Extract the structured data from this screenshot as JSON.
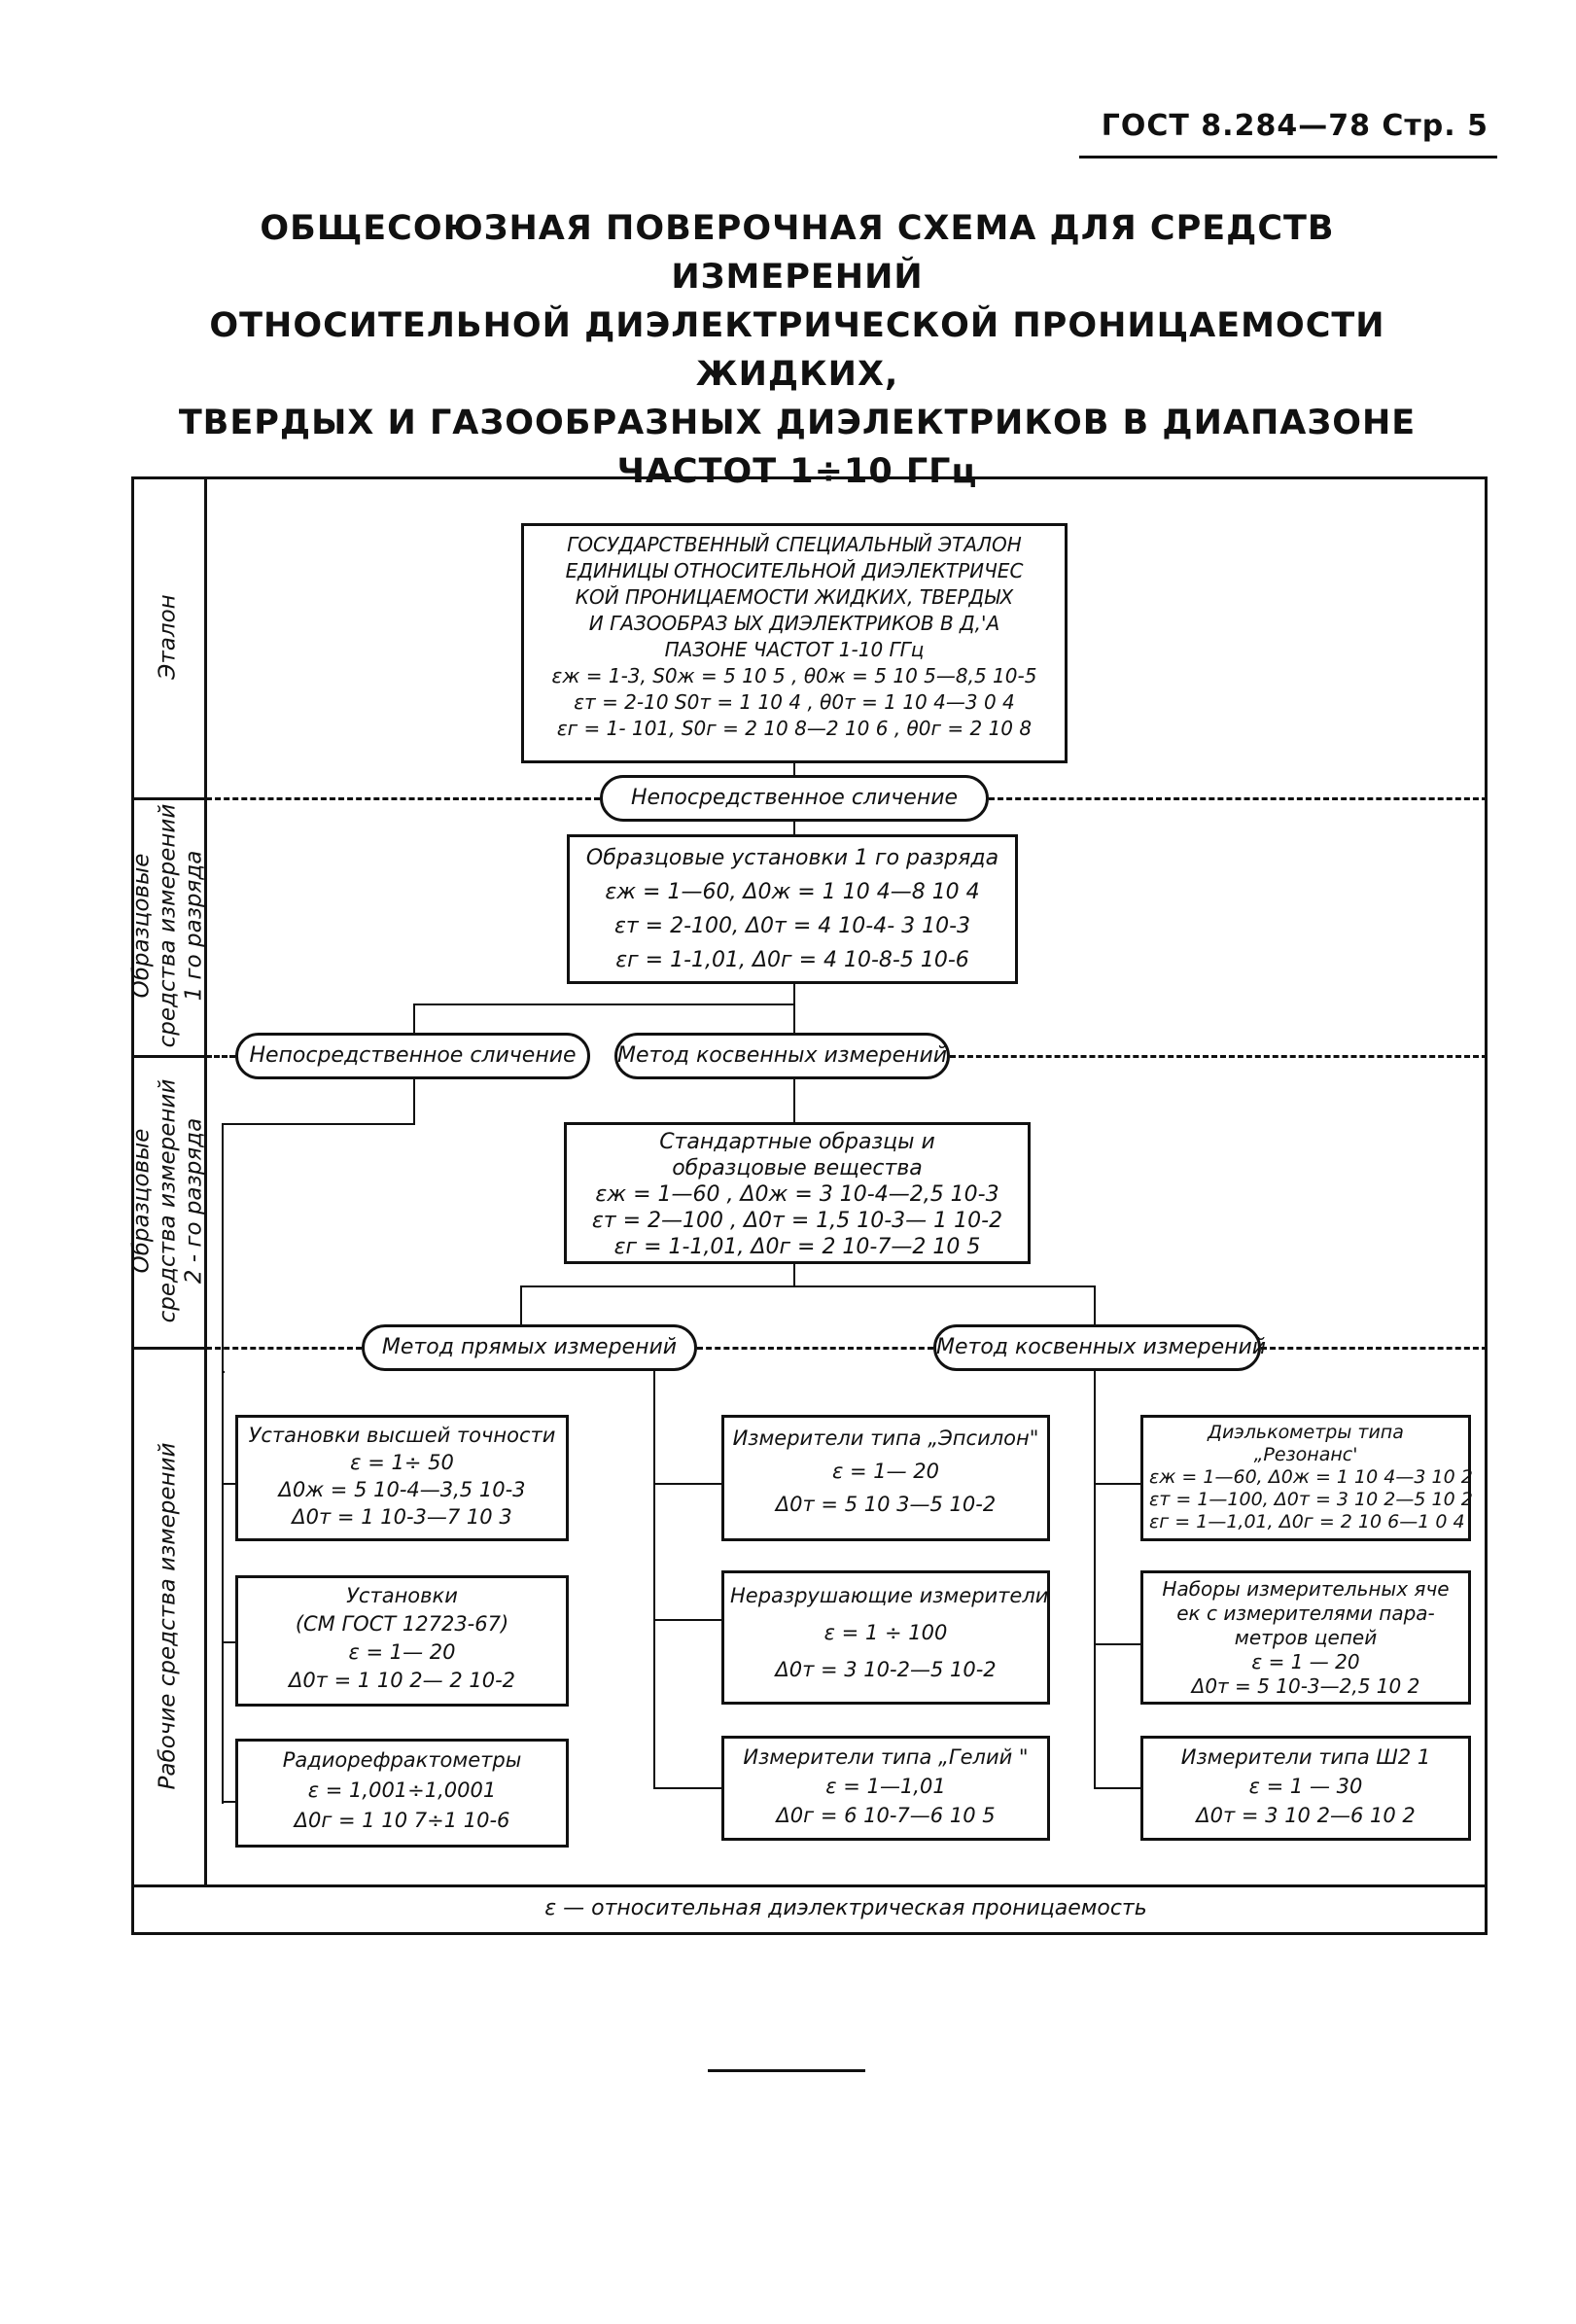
{
  "header": {
    "doc_ref": "ГОСТ 8.284—78 Стр. 5"
  },
  "title": {
    "lines": [
      "ОБЩЕСОЮЗНАЯ ПОВЕРОЧНАЯ СХЕМА ДЛЯ СРЕДСТВ ИЗМЕРЕНИЙ",
      "ОТНОСИТЕЛЬНОЙ ДИЭЛЕКТРИЧЕСКОЙ ПРОНИЦАЕМОСТИ ЖИДКИХ,",
      "ТВЕРДЫХ И ГАЗООБРАЗНЫХ ДИЭЛЕКТРИКОВ В ДИАПАЗОНЕ",
      "ЧАСТОТ 1÷10 ГГц"
    ]
  },
  "sections": {
    "etalon": [
      "Эталон"
    ],
    "obr1": [
      "Образцовые",
      "средства измерений",
      "1 го разряда"
    ],
    "obr2": [
      "Образцовые",
      "средства измерений",
      "2 - го разряда"
    ],
    "working": [
      "Рабочие средства измерений"
    ]
  },
  "etalon_box": {
    "lines": [
      "ГОСУДАРСТВЕННЫЙ СПЕЦИАЛЬНЫЙ ЭТАЛОН",
      "ЕДИНИЦЫ ОТНОСИТЕЛЬНОЙ ДИЭЛЕКТРИЧЕС",
      "КОЙ ПРОНИЦАЕМОСТИ ЖИДКИХ, ТВЕРДЫХ",
      "И ГАЗООБРАЗ ЫХ ДИЭЛЕКТРИКОВ В Д,'А",
      "ПАЗОНЕ ЧАСТОТ 1-10 ГГц",
      "εж = 1-3, S0ж = 5 10 5 , θ0ж = 5 10 5—8,5 10-5",
      "εт = 2-10 S0т = 1 10 4 , θ0т = 1 10 4—3 0 4",
      "εг = 1- 101, S0г = 2 10 8—2 10 6 , θ0г = 2 10 8"
    ]
  },
  "links": {
    "direct_1": "Непосредственное сличение",
    "direct_2": "Непосредственное сличение",
    "indirect_1": "Метод косвенных измерений",
    "direct_measure": "Метод прямых измерений",
    "indirect_2": "Метод косвенных измерений"
  },
  "obr1_box": {
    "lines": [
      "Образцовые установки 1 го разряда",
      "εж = 1—60, Δ0ж = 1 10 4—8 10 4",
      "εт = 2-100, Δ0т = 4 10-4- 3 10-3",
      "εг = 1-1,01, Δ0г = 4 10-8-5 10-6"
    ]
  },
  "obr2_box": {
    "lines": [
      "Стандартные образцы и",
      "образцовые вещества",
      "εж = 1—60 , Δ0ж = 3 10-4—2,5 10-3",
      "εт = 2—100 , Δ0т = 1,5 10-3— 1 10-2",
      "εг = 1-1,01, Δ0г = 2 10-7—2 10 5"
    ]
  },
  "working": {
    "left": [
      {
        "lines": [
          "Установки высшей точности",
          "ε = 1÷ 50",
          "Δ0ж = 5 10-4—3,5 10-3",
          "Δ0т = 1 10-3—7 10 3"
        ]
      },
      {
        "lines": [
          "Установки",
          "(СМ ГОСТ 12723-67)",
          "ε = 1— 20",
          "Δ0т = 1 10 2— 2 10-2"
        ]
      },
      {
        "lines": [
          "Радиорефрактометры",
          "ε = 1,001÷1,0001",
          "Δ0г = 1 10 7÷1 10-6"
        ]
      }
    ],
    "middle": [
      {
        "lines": [
          "Измерители типа „Эпсилон\"",
          "ε = 1— 20",
          "Δ0т = 5 10 3—5 10-2"
        ]
      },
      {
        "lines": [
          "Неразрушающие измерители",
          "ε = 1 ÷ 100",
          "Δ0т = 3 10-2—5 10-2"
        ]
      },
      {
        "lines": [
          "Измерители типа „Гелий \"",
          "ε = 1—1,01",
          "Δ0г = 6 10-7—6 10 5"
        ]
      }
    ],
    "right": [
      {
        "lines": [
          "Диэлькометры типа",
          "„Резонанс'",
          "εж = 1—60, Δ0ж = 1 10 4—3 10 2",
          "εт = 1—100, Δ0т = 3 10 2—5 10 2",
          "εг = 1—1,01, Δ0г = 2 10 6—1 0 4"
        ]
      },
      {
        "lines": [
          "Наборы измерительных яче",
          "ек с измерителями пара-",
          "метров цепей",
          "ε = 1 — 20",
          "Δ0т = 5 10-3—2,5 10 2"
        ]
      },
      {
        "lines": [
          "Измерители типа Ш2 1",
          "ε = 1 — 30",
          "Δ0т = 3 10 2—6 10 2"
        ]
      }
    ]
  },
  "footnote": "ε — относительная диэлектрическая проницаемость"
}
